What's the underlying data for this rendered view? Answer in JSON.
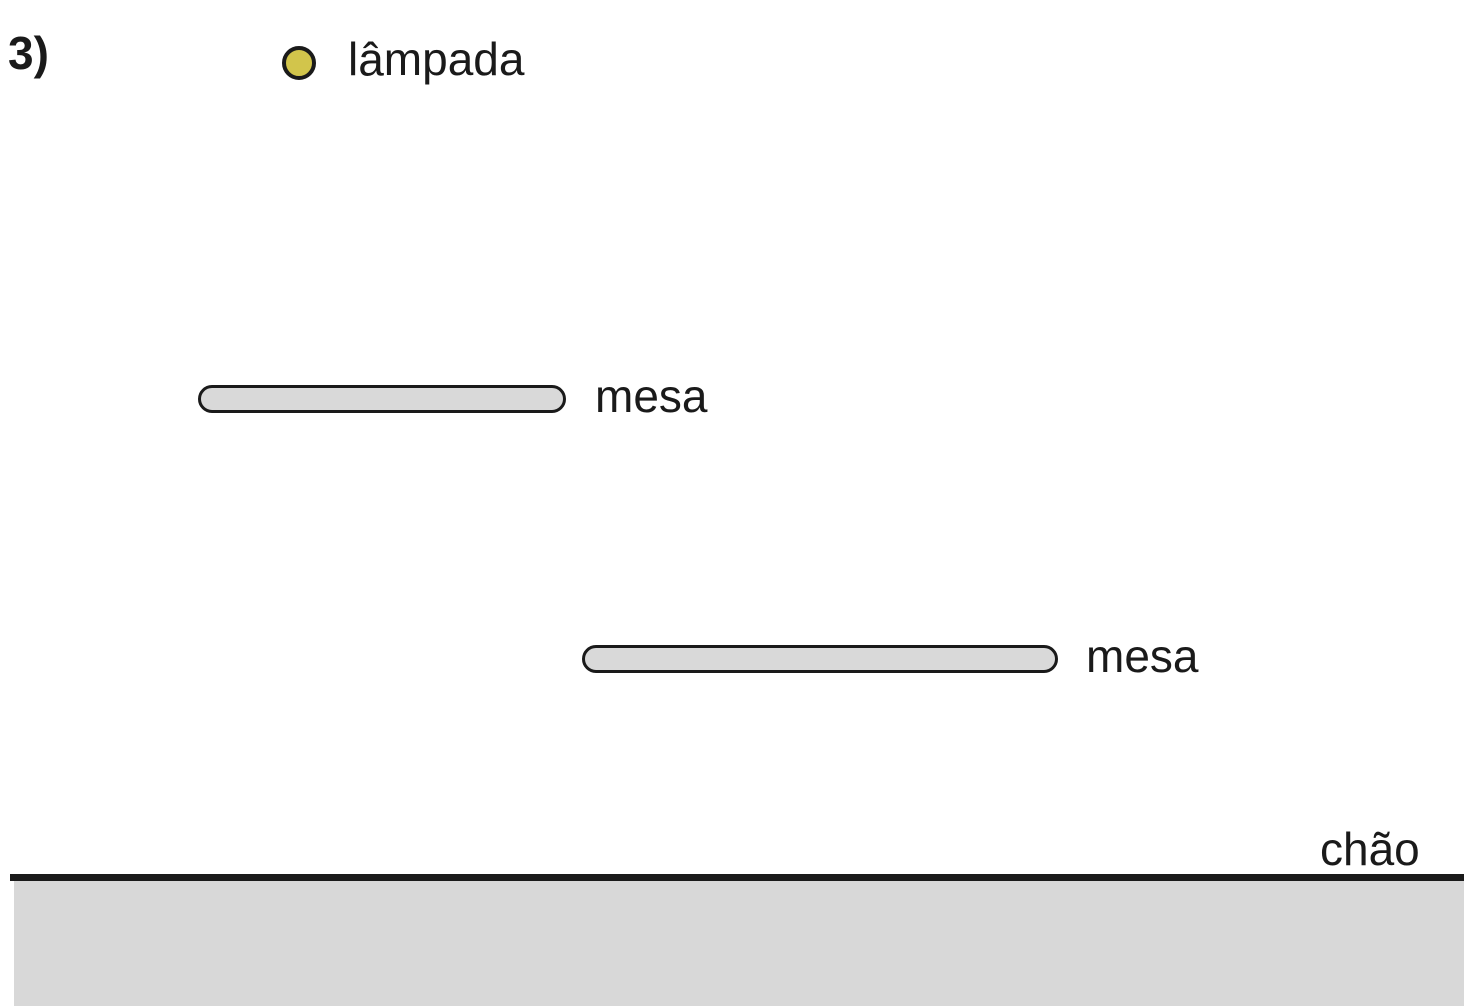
{
  "diagram": {
    "question_number": "3)",
    "lamp": {
      "label": "lâmpada",
      "fill_color": "#d2c54b",
      "stroke_color": "#1a1a1a"
    },
    "tables": [
      {
        "label": "mesa",
        "fill_color": "#d9d9d9",
        "stroke_color": "#1a1a1a"
      },
      {
        "label": "mesa",
        "fill_color": "#d9d9d9",
        "stroke_color": "#1a1a1a"
      }
    ],
    "floor": {
      "label": "chão",
      "line_color": "#1a1a1a",
      "fill_color": "#d8d8d8"
    }
  }
}
